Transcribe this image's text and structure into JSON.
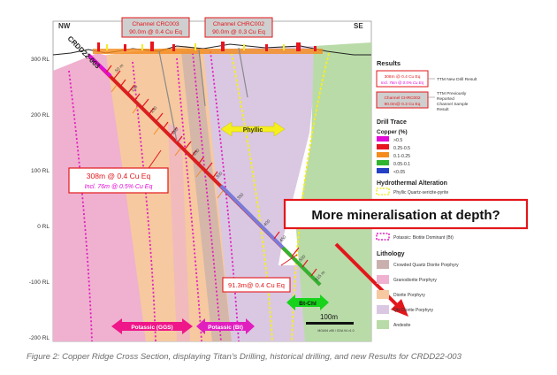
{
  "section": {
    "left_direction": "NW",
    "right_direction": "SE",
    "drillhole_name": "CRDD22-003",
    "depth_labels": [
      "300 RL",
      "200 RL",
      "100 RL",
      "0 RL",
      "-100 RL",
      "-200 RL"
    ],
    "hole_depth_ticks": [
      "50 m",
      "100",
      "150",
      "200",
      "250",
      "300",
      "350",
      "400",
      "450",
      "500",
      "515 m"
    ],
    "scale_bar_label": "100m",
    "footnote": "MGA94 z55 / GDA 94 v1.0"
  },
  "channels": [
    {
      "name": "Channel CRC003",
      "result": "90.0m @ 0.4 Cu Eq"
    },
    {
      "name": "Channel CHRC002",
      "result": "90.0m @ 0.3 Cu Eq"
    }
  ],
  "zones": {
    "phyllic": "Phyllic",
    "potassic_ggs": "Potassic (GGS)",
    "potassic_bt": "Potassic (Bt)",
    "bt_chl": "Bt-Chl"
  },
  "callouts": {
    "main_line1": "308m @ 0.4 Cu Eq",
    "main_line2": "Incl. 76m @ 0.5% Cu Eq",
    "lower": "91.3m@ 0.4 Cu Eq",
    "question": "More mineralisation at depth?"
  },
  "legend": {
    "results_title": "Results",
    "new_drill_box_line1": "308m @ 0.4 Cu Eq",
    "new_drill_box_line2": "Incl. 76m @ 0.5% Cu Eq",
    "new_drill_label": "TTM New Drill Result",
    "prev_box_line1": "Channel CHRC002",
    "prev_box_line2": "90.0m@ 0.3 Cu Eq",
    "prev_label_line1": "TTM Previously",
    "prev_label_line2": "Reported",
    "prev_label_line3": "Channel Sample",
    "prev_label_line4": "Result",
    "drill_trace_title": "Drill Trace",
    "copper_title": "Copper (%)",
    "copper_classes": [
      {
        "label": ">0.5",
        "color": "#e10bd5"
      },
      {
        "label": "0.25-0.5",
        "color": "#e8141e"
      },
      {
        "label": "0.1-0.25",
        "color": "#f58b1c"
      },
      {
        "label": "0.05-0.1",
        "color": "#2fb52f"
      },
      {
        "label": "<0.05",
        "color": "#2440c4"
      }
    ],
    "alteration_title": "Hydrothermal Alteration",
    "alteration_items": [
      {
        "label": "Phyllic Quartz-sericite-pyrite",
        "color": "#f2ec2a"
      },
      {
        "label": "Potassic: Biotite Dominant (Bt)",
        "color": "#e11fbf"
      }
    ],
    "lithology_title": "Lithology",
    "lithology_items": [
      {
        "label": "Crowded Quartz Diorite Porphyry",
        "color": "#c9b0ae"
      },
      {
        "label": "Granodiorite Porphyry",
        "color": "#efb1cf"
      },
      {
        "label": "Diorite Porphyry",
        "color": "#f6c9a0"
      },
      {
        "label": "Qtz Diorite Porphyry",
        "color": "#dac8e2"
      },
      {
        "label": "Andesite",
        "color": "#b9dba8"
      }
    ]
  },
  "caption": "Figure 2:  Copper Ridge Cross Section, displaying Titan’s Drilling, historical drilling, and new Results for CRDD22-003",
  "colors": {
    "accent_red": "#e3171b",
    "granodiorite": "#efb1cf",
    "diorite": "#f6c9a0",
    "qtz_diorite": "#dac8e2",
    "andesite": "#b9dba8",
    "crowded_qdp": "#c9b0ae",
    "phyllic_yellow": "#f2ec2a",
    "potassic_magenta": "#e11fbf",
    "bt_chl_green": "#17d31b"
  }
}
